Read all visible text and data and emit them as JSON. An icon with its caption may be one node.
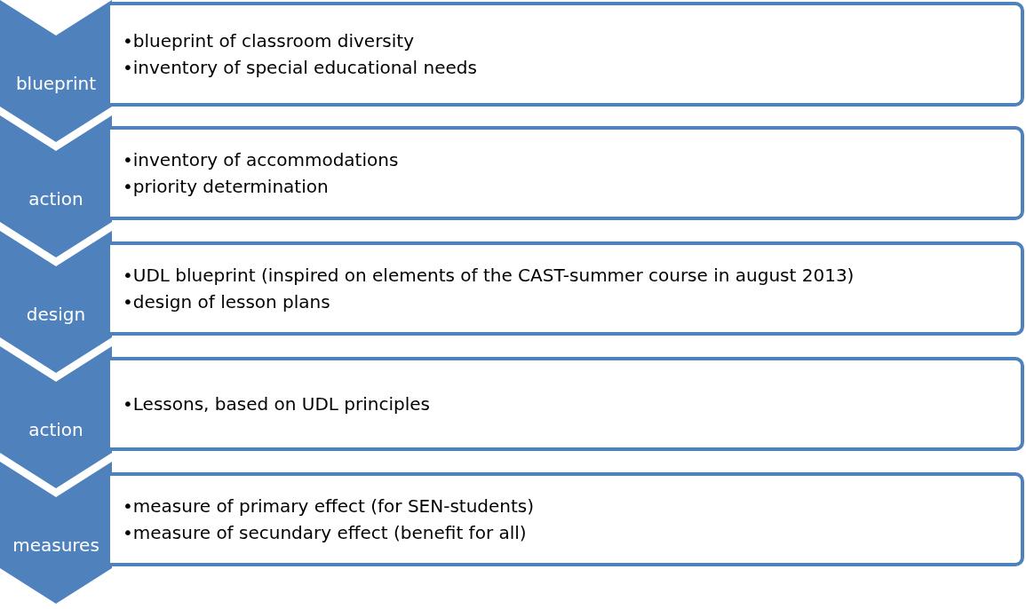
{
  "diagram": {
    "nodes": [
      {
        "text": [
          "blueprint"
        ]
      },
      {
        "text": [
          "•blueprint of classroom diversity",
          "•inventory of special educational needs"
        ]
      },
      {
        "text": [
          "action"
        ]
      },
      {
        "text": [
          "•inventory of accommodations",
          "•priority determination"
        ]
      },
      {
        "text": [
          "design"
        ]
      },
      {
        "text": [
          "•UDL blueprint (inspired on elements of the CAST-summer course in august 2013)",
          "•design of lesson plans"
        ]
      },
      {
        "text": [
          "action"
        ]
      },
      {
        "text": [
          "•Lessons, based on UDL principles"
        ]
      },
      {
        "text": [
          "measures"
        ]
      },
      {
        "text": [
          "•measure of primary effect (for SEN-students)",
          "•measure of secundary effect (benefit for all)"
        ]
      }
    ]
  }
}
